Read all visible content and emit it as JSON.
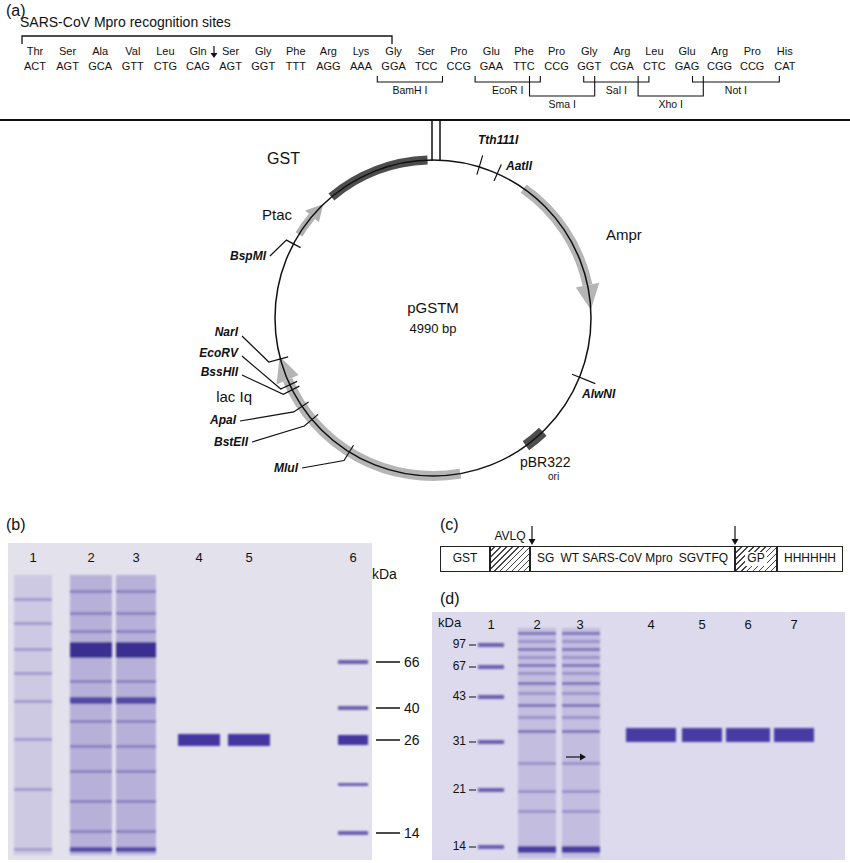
{
  "diagram": {
    "nodes": [
      {
        "text": [
          "pGSTM",
          "4990 bp"
        ]
      },
      {
        "text": [
          "GST"
        ]
      },
      {
        "text": [
          "AVLQ"
        ]
      },
      {
        "text": [
          "SG",
          "WT SARS-CoV Mpro",
          "SGVTFQ"
        ]
      },
      {
        "text": [
          "GP"
        ]
      },
      {
        "text": [
          "HHHHHH"
        ]
      }
    ],
    "labels": [
      "(a)",
      "SARS-CoV Mpro recognition sites",
      "Thr",
      "Ser",
      "Ala",
      "Val",
      "Leu",
      "Gln",
      "Ser",
      "Gly",
      "Phe",
      "Arg",
      "Lys",
      "Gly",
      "Ser",
      "Pro",
      "Glu",
      "Phe",
      "Pro",
      "Gly",
      "Arg",
      "Leu",
      "Glu",
      "Arg",
      "Pro",
      "His",
      "ACT",
      "AGT",
      "GCA",
      "GTT",
      "CTG",
      "CAG",
      "AGT",
      "GGT",
      "TTT",
      "AGG",
      "AAA",
      "GGA",
      "TCC",
      "CCG",
      "GAA",
      "TTC",
      "CCG",
      "GGT",
      "CGA",
      "CTC",
      "GAG",
      "CGG",
      "CCG",
      "CAT",
      "BamH I",
      "EcoR I",
      "Sma I",
      "Sal I",
      "Xho I",
      "Not I",
      "GST",
      "Ptac",
      "BspMI",
      "NarI",
      "EcoRV",
      "BssHII",
      "lac Iq",
      "ApaI",
      "BstEII",
      "MluI",
      "pBR322",
      "ori",
      "AlwNI",
      "Ampr",
      "AatII",
      "Tth111I",
      "(b)",
      "1",
      "2",
      "3",
      "4",
      "5",
      "6",
      "kDa",
      "66",
      "40",
      "26",
      "14",
      "(c)",
      "(d)",
      "kDa",
      "97",
      "67",
      "43",
      "31",
      "21",
      "14",
      "1",
      "2",
      "3",
      "4",
      "5",
      "6",
      "7"
    ]
  }
}
